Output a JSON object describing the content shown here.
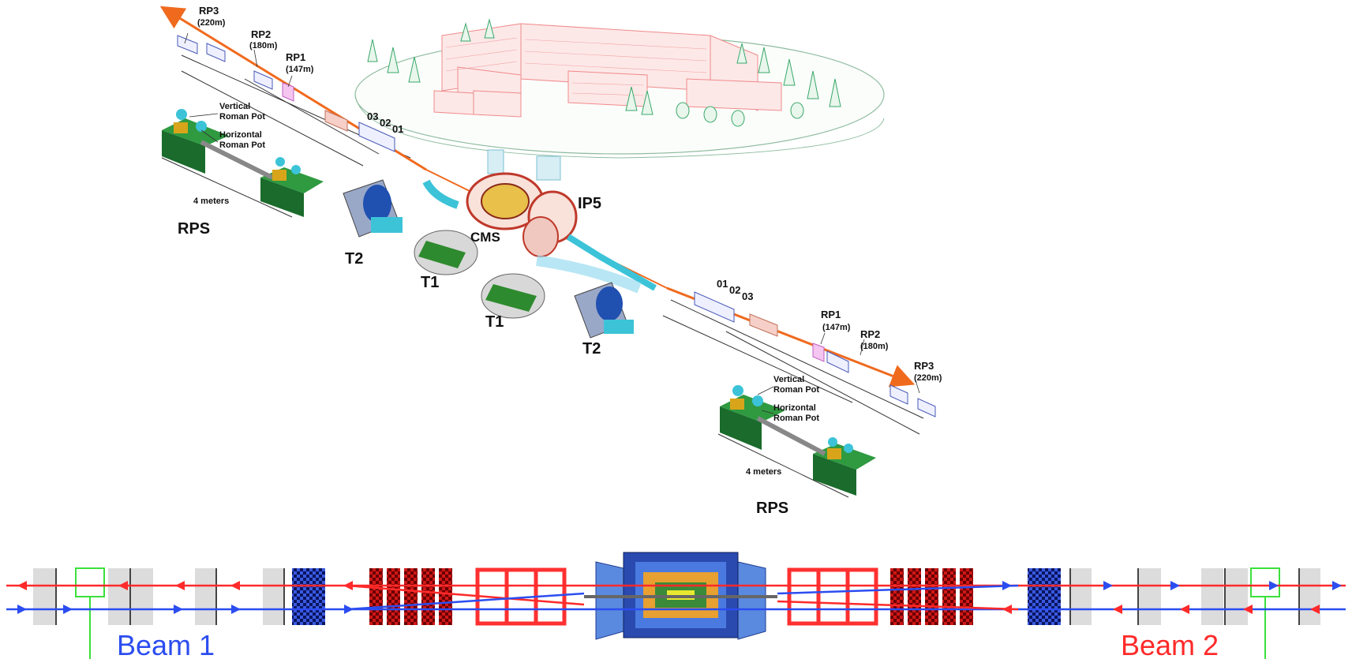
{
  "upper_labels": {
    "rp3_left": "RP3",
    "rp3_left_dist": "(220m)",
    "rp2_left": "RP2",
    "rp2_left_dist": "(180m)",
    "rp1_left": "RP1",
    "rp1_left_dist": "(147m)",
    "q3_left": "03",
    "q2_left": "02",
    "q1_left": "01",
    "vertical_pot_left_1": "Vertical",
    "vertical_pot_left_2": "Roman Pot",
    "horizontal_pot_left_1": "Horizontal",
    "horizontal_pot_left_2": "Roman Pot",
    "length_left": "4 meters",
    "rps_left": "RPS",
    "t2_left": "T2",
    "t1_left": "T1",
    "cms": "CMS",
    "ip5": "IP5",
    "t1_right": "T1",
    "t2_right": "T2",
    "q1_right": "01",
    "q2_right": "02",
    "q3_right": "03",
    "rp1_right": "RP1",
    "rp1_right_dist": "(147m)",
    "rp2_right": "RP2",
    "rp2_right_dist": "(180m)",
    "rp3_right": "RP3",
    "rp3_right_dist": "(220m)",
    "vertical_pot_right_1": "Vertical",
    "vertical_pot_right_2": "Roman Pot",
    "horizontal_pot_right_1": "Horizontal",
    "horizontal_pot_right_2": "Roman Pot",
    "length_right": "4 meters",
    "rps_right": "RPS"
  },
  "lower_labels": {
    "beam1": "Beam 1",
    "beam2": "Beam 2"
  },
  "colors": {
    "beam1": "#2b4df0",
    "beam2": "#ff2a2a",
    "beam_orange": "#f06a1e",
    "building": "#f08a8a",
    "trees": "#3aa86a",
    "cyan": "#3cc3d8",
    "pot_green": "#1a6b2c",
    "roman_pot_box": "#3ce03c",
    "checker_blue": "#1a2a9a",
    "checker_red": "#9a0a0a"
  }
}
